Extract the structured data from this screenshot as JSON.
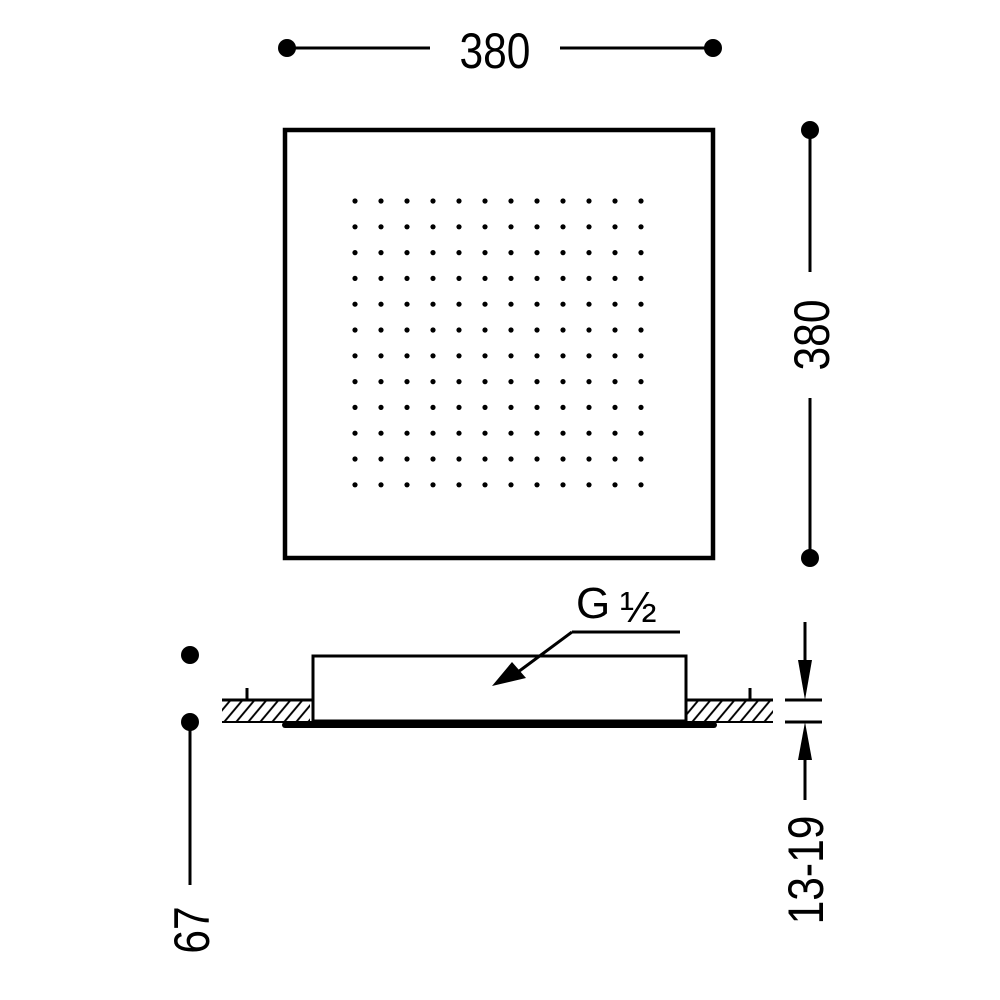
{
  "dimensions": {
    "top_width": "380",
    "right_height": "380",
    "left_depth": "67",
    "right_adjust": "13-19",
    "connection": "G",
    "connection_fraction": "½"
  },
  "nozzle_grid": {
    "columns": 12,
    "rows": 12
  },
  "colors": {
    "ink": "#000000",
    "background": "#ffffff"
  }
}
